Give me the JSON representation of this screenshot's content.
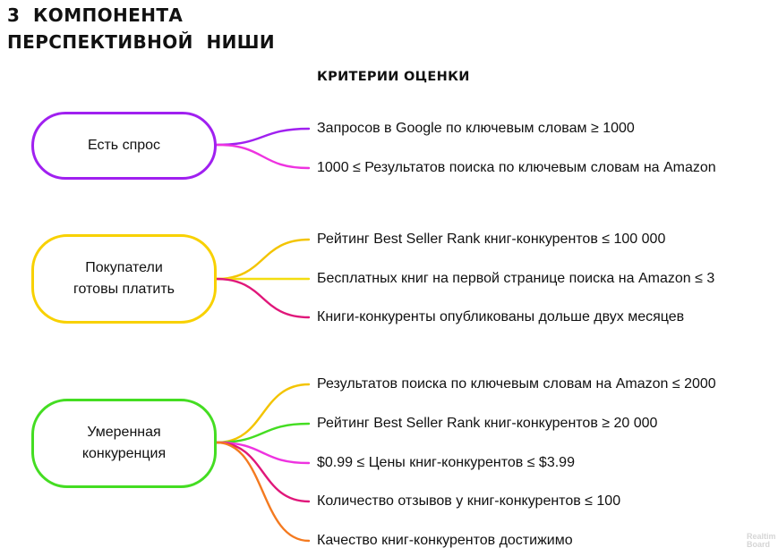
{
  "title": [
    "3  КОМПОНЕНТА",
    "ПЕРСПЕКТИВНОЙ  НИШИ"
  ],
  "subtitle": "КРИТЕРИИ ОЦЕНКИ",
  "groups": [
    {
      "label": [
        "Есть спрос"
      ],
      "color": "#a020f0",
      "criteria": [
        {
          "text": "Запросов в Google по ключевым словам ≥ 1000",
          "color": "#a020f0"
        },
        {
          "text": "1000 ≤ Результатов поиска по ключевым словам на Amazon",
          "color": "#ee33e0"
        }
      ]
    },
    {
      "label": [
        "Покупатели",
        "готовы платить"
      ],
      "color": "#f8d100",
      "criteria": [
        {
          "text": "Рейтинг Best Seller Rank книг-конкурентов ≤ 100 000",
          "color": "#f3c400"
        },
        {
          "text": "Бесплатных книг на первой странице поиска на Amazon ≤ 3",
          "color": "#f3dd10"
        },
        {
          "text": "Книги-конкуренты опубликованы дольше двух месяцев",
          "color": "#e0177a"
        }
      ]
    },
    {
      "label": [
        "Умеренная",
        "конкуренция"
      ],
      "color": "#44dd22",
      "criteria": [
        {
          "text": "Результатов поиска по ключевым словам на Amazon ≤ 2000",
          "color": "#f3c400"
        },
        {
          "text": "Рейтинг Best Seller Rank книг-конкурентов ≥ 20 000",
          "color": "#44dd22"
        },
        {
          "text": "$0.99 ≤ Цены книг-конкурентов ≤ $3.99",
          "color": "#ee33e0"
        },
        {
          "text": "Количество отзывов у книг-конкурентов ≤ 100",
          "color": "#e0177a"
        },
        {
          "text": "Качество книг-конкурентов достижимо",
          "color": "#f47a20"
        }
      ]
    }
  ],
  "watermark": [
    "Realtim",
    "Board"
  ]
}
